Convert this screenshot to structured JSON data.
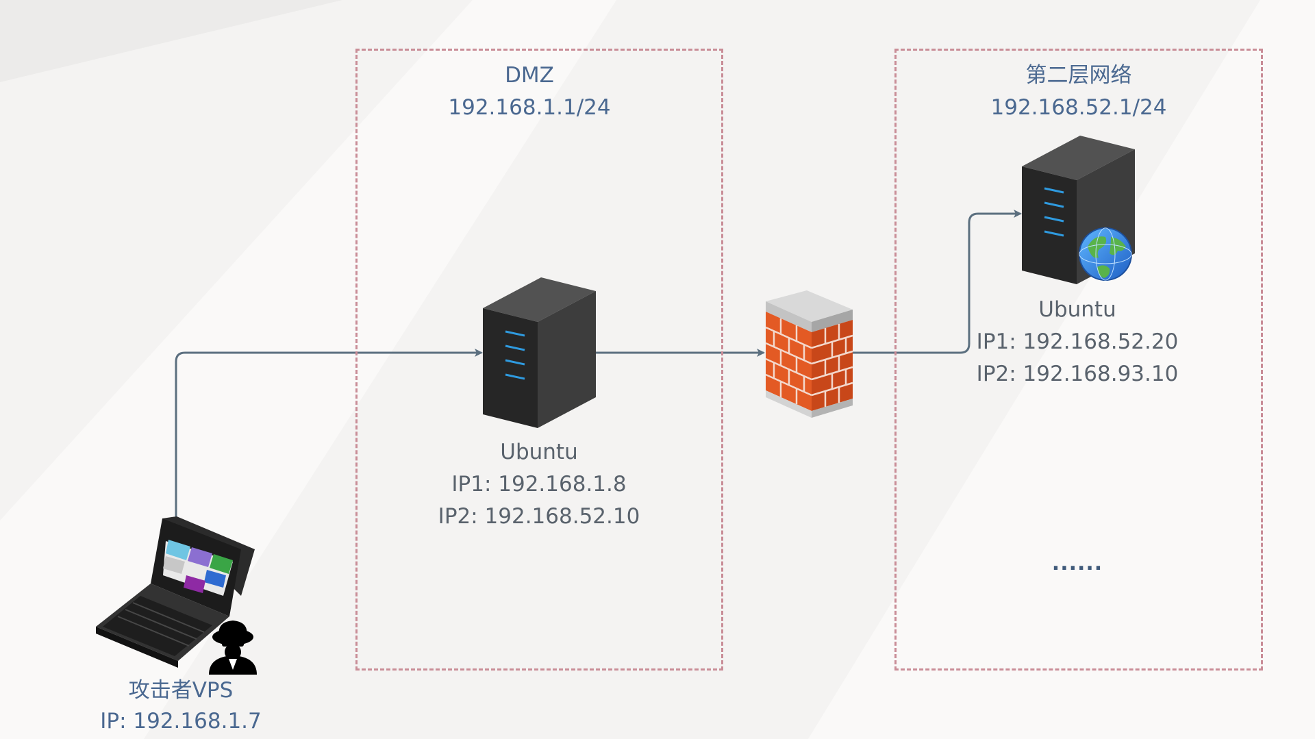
{
  "zones": {
    "dmz": {
      "title": "DMZ",
      "subnet": "192.168.1.1/24"
    },
    "second_layer": {
      "title": "第二层网络",
      "subnet": "192.168.52.1/24",
      "more": "......"
    }
  },
  "nodes": {
    "attacker": {
      "name": "攻击者VPS",
      "ip": "IP: 192.168.1.7",
      "icon": "laptop-icon"
    },
    "dmz_server": {
      "name": "Ubuntu",
      "ip1": "IP1: 192.168.1.8",
      "ip2": "IP2: 192.168.52.10",
      "icon": "server-icon"
    },
    "firewall": {
      "icon": "firewall-icon"
    },
    "web_server": {
      "name": "Ubuntu",
      "ip1": "IP1: 192.168.52.20",
      "ip2": "IP2: 192.168.93.10",
      "icon": "web-server-icon"
    }
  },
  "connections": [
    {
      "from": "attacker",
      "to": "dmz_server"
    },
    {
      "from": "dmz_server",
      "to": "firewall"
    },
    {
      "from": "firewall",
      "to": "web_server"
    }
  ],
  "colors": {
    "background": "#f4f3f2",
    "zone_border": "#c98d97",
    "zone_text": "#4a6890",
    "node_text": "#59626c",
    "connector": "#5b6f7f",
    "server_body": "#3a3a3a",
    "server_led": "#2f9be0",
    "firewall_brick": "#e35a24"
  }
}
